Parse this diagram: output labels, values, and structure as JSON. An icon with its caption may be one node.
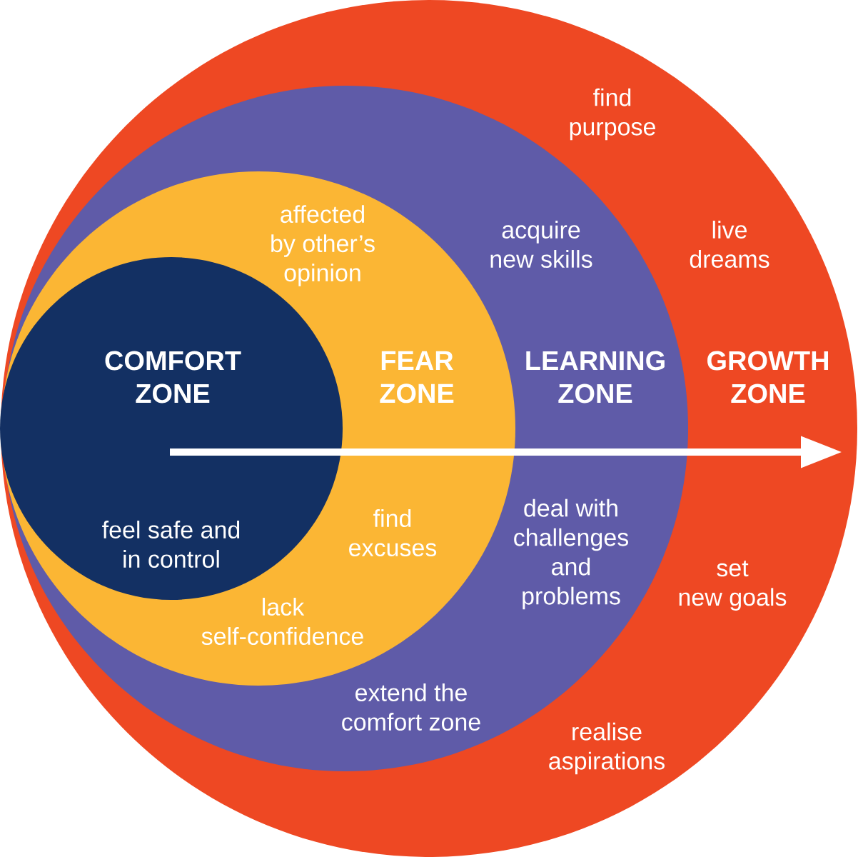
{
  "diagram": {
    "nodes": [
      {
        "text": [
          "find purpose",
          "live dreams",
          "GROWTH ZONE",
          "set new goals",
          "realise aspirations"
        ]
      },
      {
        "text": [
          "acquire new skills",
          "LEARNING ZONE",
          "deal with challenges and problems",
          "extend the comfort zone"
        ],
        "in": 0
      },
      {
        "text": [
          "affected by other’s opinion",
          "FEAR ZONE",
          "find excuses",
          "lack self-confidence"
        ],
        "in": 1
      },
      {
        "text": [
          "COMFORT ZONE",
          "feel safe and in control"
        ],
        "in": 2
      }
    ]
  }
}
